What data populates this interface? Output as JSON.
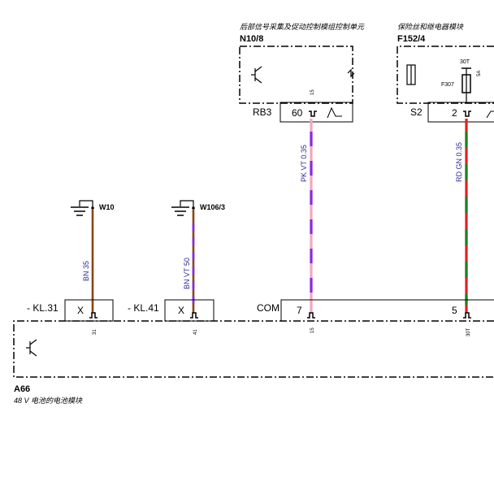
{
  "modules": {
    "n10": {
      "subtitle": "后部信号采集及促动控制模组控制单元",
      "id": "N10/8",
      "pin_tiny": "15",
      "connector": "RB3",
      "pin": "60"
    },
    "f152": {
      "subtitle": "保险丝和继电器模块",
      "id": "F152/4",
      "fuse_top": "30T",
      "fuse_name": "F307",
      "fuse_rating": "5A",
      "connector": "S2",
      "pin": "2"
    },
    "a66": {
      "id": "A66",
      "subtitle": "48 V 电池的电池模块"
    }
  },
  "grounds": [
    {
      "id": "W10"
    },
    {
      "id": "W106/3"
    }
  ],
  "wires": [
    {
      "label": "BN  35",
      "colors": [
        "#8b4513",
        "#8b4513"
      ]
    },
    {
      "label": "BN VT 50",
      "colors": [
        "#8b4513",
        "#8a2be2"
      ]
    },
    {
      "label": "PK VT 0.35",
      "colors": [
        "#f4a6c0",
        "#8a2be2"
      ]
    },
    {
      "label": "RD GN 0.35",
      "colors": [
        "#e02020",
        "#208020"
      ]
    }
  ],
  "bottom_connectors": [
    {
      "name": "- KL.31",
      "pin": "X",
      "tiny": "31"
    },
    {
      "name": "- KL.41",
      "pin": "X",
      "tiny": "41"
    },
    {
      "name": "COM",
      "pin": "7",
      "tiny": "15"
    },
    {
      "name": "",
      "pin": "5",
      "tiny": "30T"
    }
  ]
}
